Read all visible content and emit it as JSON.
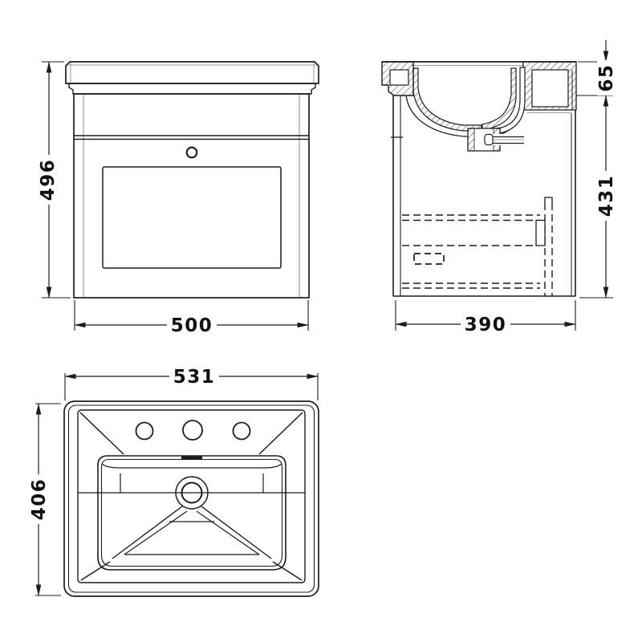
{
  "dimensions": {
    "front": {
      "height": "496",
      "width": "500"
    },
    "side": {
      "basin_height": "65",
      "cabinet_height": "431",
      "depth": "390"
    },
    "plan": {
      "width": "531",
      "depth": "406"
    }
  },
  "colors": {
    "line": "#1c1c1c",
    "light_line": "#9b9b9b",
    "background": "#ffffff"
  }
}
